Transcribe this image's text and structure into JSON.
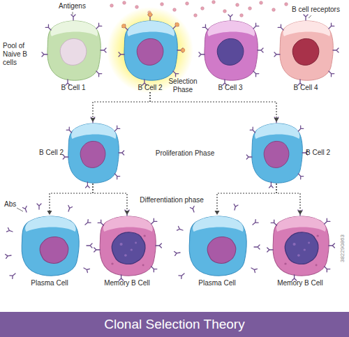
{
  "diagram": {
    "title": "Clonal Selection Theory",
    "nodes": [
      {
        "text": [
          "B Cell 1"
        ]
      },
      {
        "text": [
          "B Cell 2"
        ]
      },
      {
        "text": [
          "B Cell 3"
        ]
      },
      {
        "text": [
          "B Cell 4"
        ]
      },
      {
        "text": [
          "B Cell 2"
        ]
      },
      {
        "text": [
          "B Cell 2"
        ]
      },
      {
        "text": [
          "Plasma Cell"
        ]
      },
      {
        "text": [
          "Memory B Cell"
        ]
      },
      {
        "text": [
          "Plasma Cell"
        ]
      },
      {
        "text": [
          "Memory B Cell"
        ]
      }
    ],
    "edges": [
      {
        "from": 1,
        "to": 4,
        "arrow": "to"
      },
      {
        "from": 1,
        "to": 5,
        "arrow": "to"
      },
      {
        "from": 4,
        "to": 6,
        "arrow": "to"
      },
      {
        "from": 4,
        "to": 7,
        "arrow": "to"
      },
      {
        "from": 5,
        "to": 8,
        "arrow": "to"
      },
      {
        "from": 5,
        "to": 9,
        "arrow": "to"
      }
    ],
    "labels": [
      "Antigens",
      "B cell receptors",
      "Pool of Naive B cells",
      "Selection Phase",
      "Proliferation Phase",
      "Differentiation phase",
      "Abs",
      "382290863"
    ]
  }
}
